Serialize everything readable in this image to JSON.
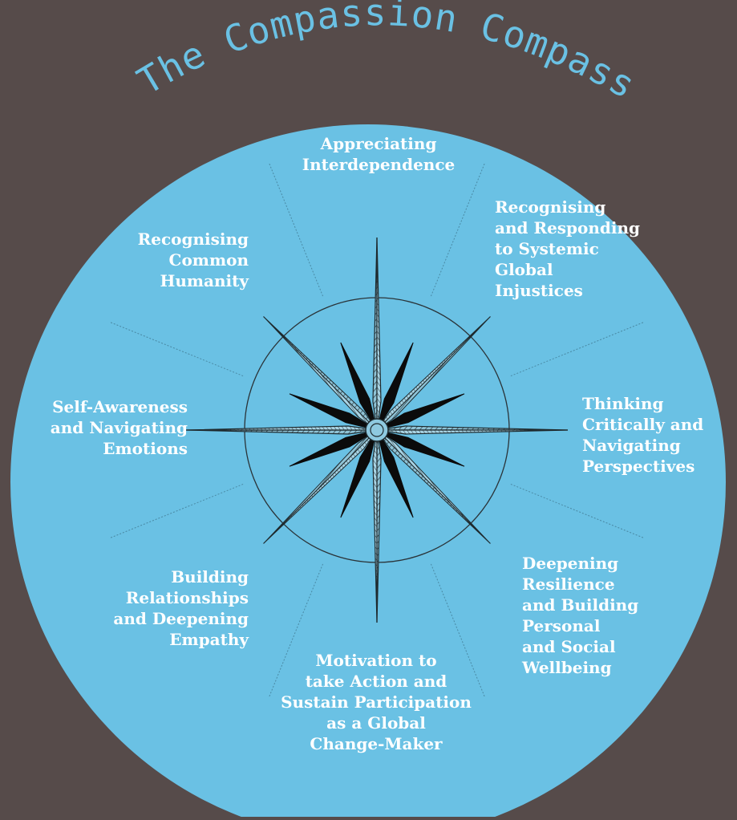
{
  "title": "The Compassion Compass",
  "colors": {
    "background": "#564b4a",
    "circle": "#6ac1e4",
    "title": "#6ac1e4",
    "label": "#ffffff",
    "star_dark": "#0b0b0b",
    "star_light": "#8ec9e0"
  },
  "segments": [
    {
      "id": "appreciating-interdependence",
      "lines": [
        "Appreciating",
        "Interdependence"
      ]
    },
    {
      "id": "recognising-responding-systemic-injustices",
      "lines": [
        "Recognising",
        "and Responding",
        "to Systemic",
        "Global",
        "Injustices"
      ]
    },
    {
      "id": "thinking-critically",
      "lines": [
        "Thinking",
        "Critically and",
        "Navigating",
        "Perspectives"
      ]
    },
    {
      "id": "deepening-resilience",
      "lines": [
        "Deepening",
        "Resilience",
        "and Building",
        "Personal",
        "and Social",
        "Wellbeing"
      ]
    },
    {
      "id": "motivation-to-take-action",
      "lines": [
        "Motivation to",
        "take Action and",
        "Sustain Participation",
        "as a Global",
        "Change-Maker"
      ]
    },
    {
      "id": "building-relationships",
      "lines": [
        "Building",
        "Relationships",
        "and Deepening",
        "Empathy"
      ]
    },
    {
      "id": "self-awareness",
      "lines": [
        "Self-Awareness",
        "and Navigating",
        "Emotions"
      ]
    },
    {
      "id": "recognising-common-humanity",
      "lines": [
        "Recognising",
        "Common",
        "Humanity"
      ]
    }
  ]
}
